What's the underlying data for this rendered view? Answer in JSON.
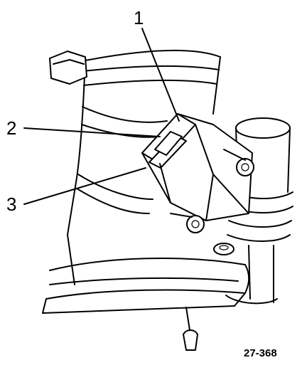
{
  "callouts": [
    {
      "label": "1"
    },
    {
      "label": "2"
    },
    {
      "label": "3"
    }
  ],
  "figure_id": "27-368",
  "colors": {
    "ink": "#000000",
    "paper": "#ffffff"
  }
}
